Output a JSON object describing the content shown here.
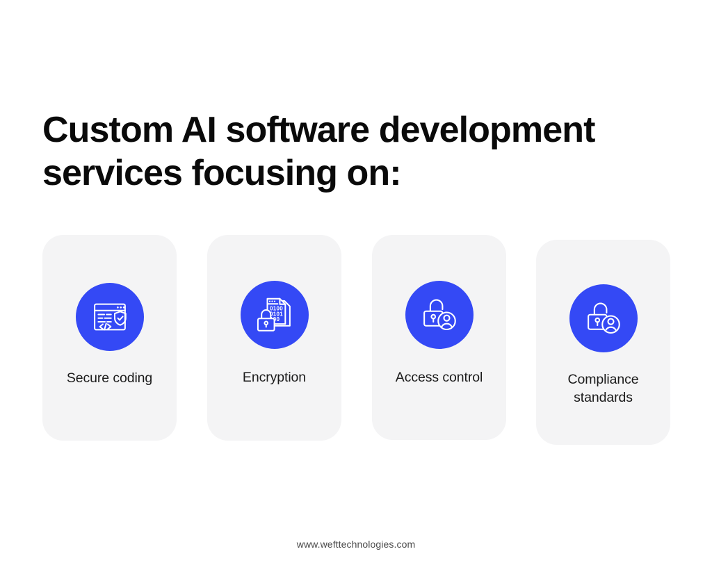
{
  "headline": "Custom AI software development\nservices focusing on:",
  "theme": {
    "accent_blue": "#3449F5",
    "card_background": "#F4F4F5",
    "page_background": "#FFFFFF",
    "text_color": "#1B1B1B",
    "headline_color": "#0A0A0A"
  },
  "cards": [
    {
      "label": "Secure coding",
      "icon": "secure-code-browser-shield-icon"
    },
    {
      "label": "Encryption",
      "icon": "encrypted-document-lock-icon"
    },
    {
      "label": "Access control",
      "icon": "unlocked-padlock-user-icon"
    },
    {
      "label": "Compliance\nstandards",
      "icon": "unlocked-padlock-user-icon"
    }
  ],
  "footer": {
    "url": "www.wefttechnologies.com"
  }
}
